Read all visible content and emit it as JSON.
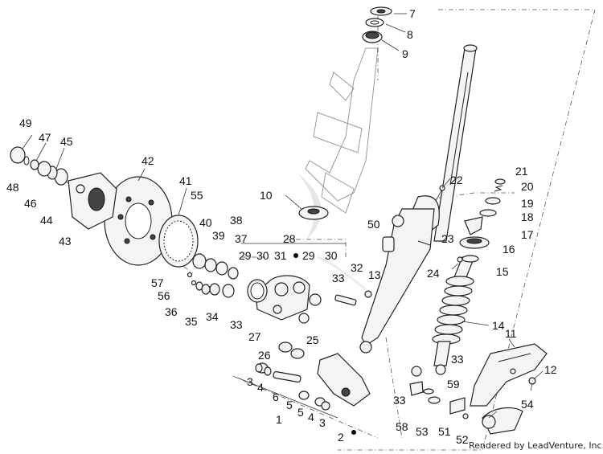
{
  "credit": "Rendered by LeadVenture, Inc.",
  "callouts": [
    {
      "id": "c1",
      "text": "1"
    },
    {
      "id": "c2",
      "text": "2"
    },
    {
      "id": "c3a",
      "text": "3"
    },
    {
      "id": "c3b",
      "text": "3"
    },
    {
      "id": "c4a",
      "text": "4"
    },
    {
      "id": "c4b",
      "text": "4"
    },
    {
      "id": "c5a",
      "text": "5"
    },
    {
      "id": "c5b",
      "text": "5"
    },
    {
      "id": "c6",
      "text": "6"
    },
    {
      "id": "c7",
      "text": "7"
    },
    {
      "id": "c8",
      "text": "8"
    },
    {
      "id": "c9",
      "text": "9"
    },
    {
      "id": "c10",
      "text": "10"
    },
    {
      "id": "c11",
      "text": "11"
    },
    {
      "id": "c12",
      "text": "12"
    },
    {
      "id": "c13",
      "text": "13"
    },
    {
      "id": "c14",
      "text": "14"
    },
    {
      "id": "c15",
      "text": "15"
    },
    {
      "id": "c16",
      "text": "16"
    },
    {
      "id": "c17",
      "text": "17"
    },
    {
      "id": "c18",
      "text": "18"
    },
    {
      "id": "c19",
      "text": "19"
    },
    {
      "id": "c20",
      "text": "20"
    },
    {
      "id": "c21",
      "text": "21"
    },
    {
      "id": "c22",
      "text": "22"
    },
    {
      "id": "c23",
      "text": "23"
    },
    {
      "id": "c24",
      "text": "24"
    },
    {
      "id": "c25",
      "text": "25"
    },
    {
      "id": "c26",
      "text": "26"
    },
    {
      "id": "c27",
      "text": "27"
    },
    {
      "id": "c28",
      "text": "28"
    },
    {
      "id": "c29a",
      "text": "29"
    },
    {
      "id": "c29b",
      "text": "29"
    },
    {
      "id": "c30a",
      "text": "30"
    },
    {
      "id": "c30b",
      "text": "30"
    },
    {
      "id": "c31",
      "text": "31"
    },
    {
      "id": "c32",
      "text": "32"
    },
    {
      "id": "c33a",
      "text": "33"
    },
    {
      "id": "c33b",
      "text": "33"
    },
    {
      "id": "c33c",
      "text": "33"
    },
    {
      "id": "c33d",
      "text": "33"
    },
    {
      "id": "c34",
      "text": "34"
    },
    {
      "id": "c35",
      "text": "35"
    },
    {
      "id": "c36",
      "text": "36"
    },
    {
      "id": "c37",
      "text": "37"
    },
    {
      "id": "c38",
      "text": "38"
    },
    {
      "id": "c39",
      "text": "39"
    },
    {
      "id": "c40",
      "text": "40"
    },
    {
      "id": "c41",
      "text": "41"
    },
    {
      "id": "c42",
      "text": "42"
    },
    {
      "id": "c43",
      "text": "43"
    },
    {
      "id": "c44",
      "text": "44"
    },
    {
      "id": "c45",
      "text": "45"
    },
    {
      "id": "c46",
      "text": "46"
    },
    {
      "id": "c47",
      "text": "47"
    },
    {
      "id": "c48",
      "text": "48"
    },
    {
      "id": "c49",
      "text": "49"
    },
    {
      "id": "c50",
      "text": "50"
    },
    {
      "id": "c51",
      "text": "51"
    },
    {
      "id": "c52",
      "text": "52"
    },
    {
      "id": "c53",
      "text": "53"
    },
    {
      "id": "c54",
      "text": "54"
    },
    {
      "id": "c55",
      "text": "55"
    },
    {
      "id": "c56",
      "text": "56"
    },
    {
      "id": "c57",
      "text": "57"
    },
    {
      "id": "c58",
      "text": "58"
    },
    {
      "id": "c59",
      "text": "59"
    }
  ]
}
